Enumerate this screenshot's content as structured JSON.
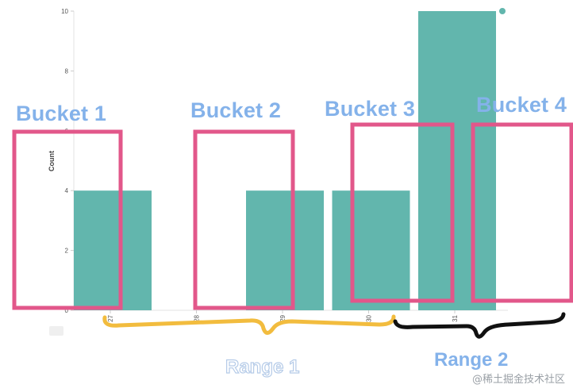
{
  "chart_data": {
    "type": "bar",
    "categories": [
      "27",
      "28",
      "29",
      "30",
      "31"
    ],
    "bars": [
      {
        "x": 27,
        "value": 4
      },
      {
        "x": 29,
        "value": 4
      },
      {
        "x": 30,
        "value": 4
      },
      {
        "x": 31,
        "value": 10
      }
    ],
    "point": {
      "x": 31,
      "value": 10
    },
    "ylabel": "Count",
    "xlabel": "",
    "ylim": [
      0,
      10
    ],
    "yticks": [
      0,
      2,
      4,
      6,
      8,
      10
    ],
    "grid": false,
    "colors": {
      "bar": "#62b6ad",
      "box": "#e2578a",
      "brace1": "#f2bc3e",
      "brace2": "#111111"
    }
  },
  "annotations": {
    "buckets": [
      "Bucket 1",
      "Bucket 2",
      "Bucket 3",
      "Bucket 4"
    ],
    "ranges": [
      "Range 1",
      "Range 2"
    ]
  },
  "watermark": "@稀土掘金技术社区"
}
